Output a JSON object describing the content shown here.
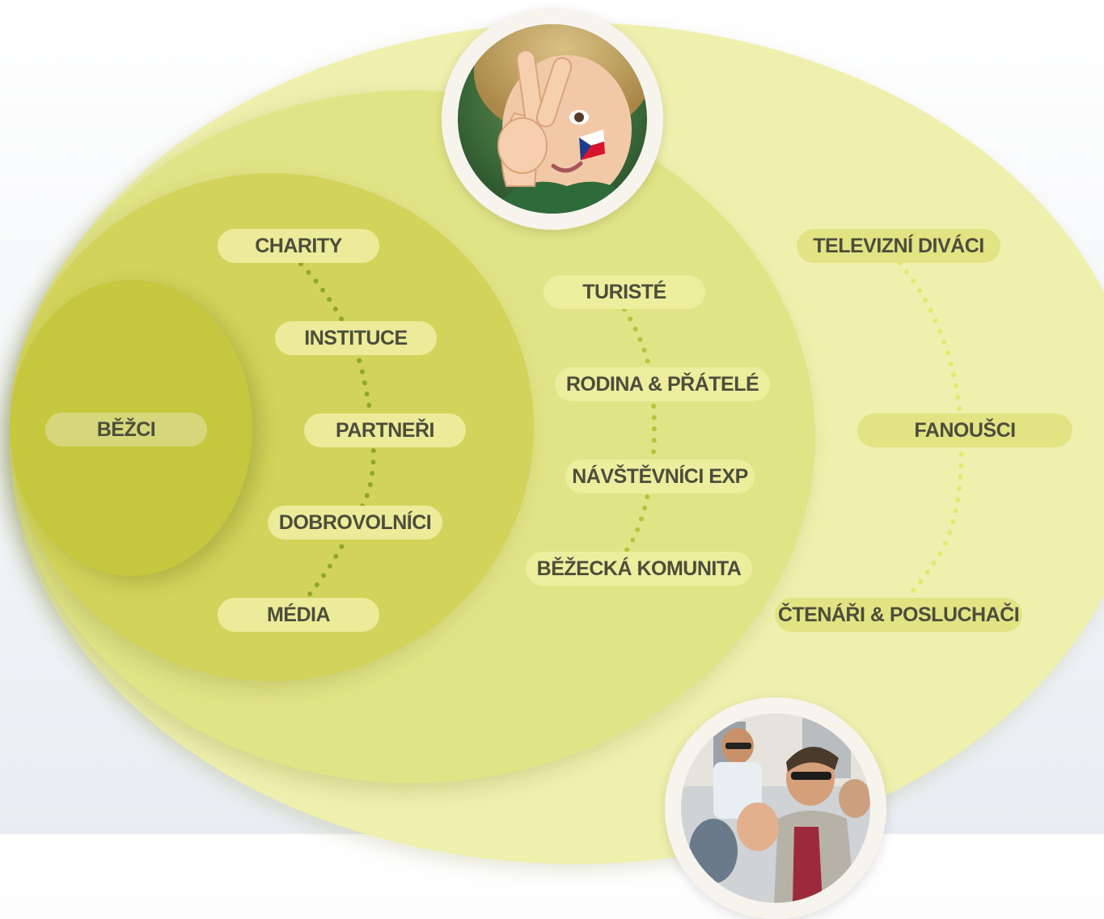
{
  "diagram": {
    "core": {
      "labels": [
        "BĚŽCI"
      ]
    },
    "inner": {
      "labels": [
        "CHARITY",
        "INSTITUCE",
        "PARTNEŘI",
        "DOBROVOLNÍCI",
        "MÉDIA"
      ]
    },
    "middle": {
      "labels": [
        "TURISTÉ",
        "RODINA & PŘÁTELÉ",
        "NÁVŠTĚVNÍCI EXP",
        "BĚŽECKÁ KOMUNITA"
      ]
    },
    "outer": {
      "labels": [
        "TELEVIZNÍ DIVÁCI",
        "FANOUŠCI",
        "ČTENÁŘI & POSLUCHAČI"
      ]
    }
  },
  "photos": {
    "top": "child-peace-sign-photo",
    "bottom": "crowd-high-five-photo"
  },
  "colors": {
    "outer_ring": "#eff0ae",
    "middle_ring": "#e1e486",
    "inner_ring": "#d2d35a",
    "core_ring": "#c5c83f",
    "label_text": "#4d4d3c",
    "dots_inner": "#8fa82a",
    "dots_middle": "#b6c43a",
    "dots_outer": "#e6e86e"
  }
}
